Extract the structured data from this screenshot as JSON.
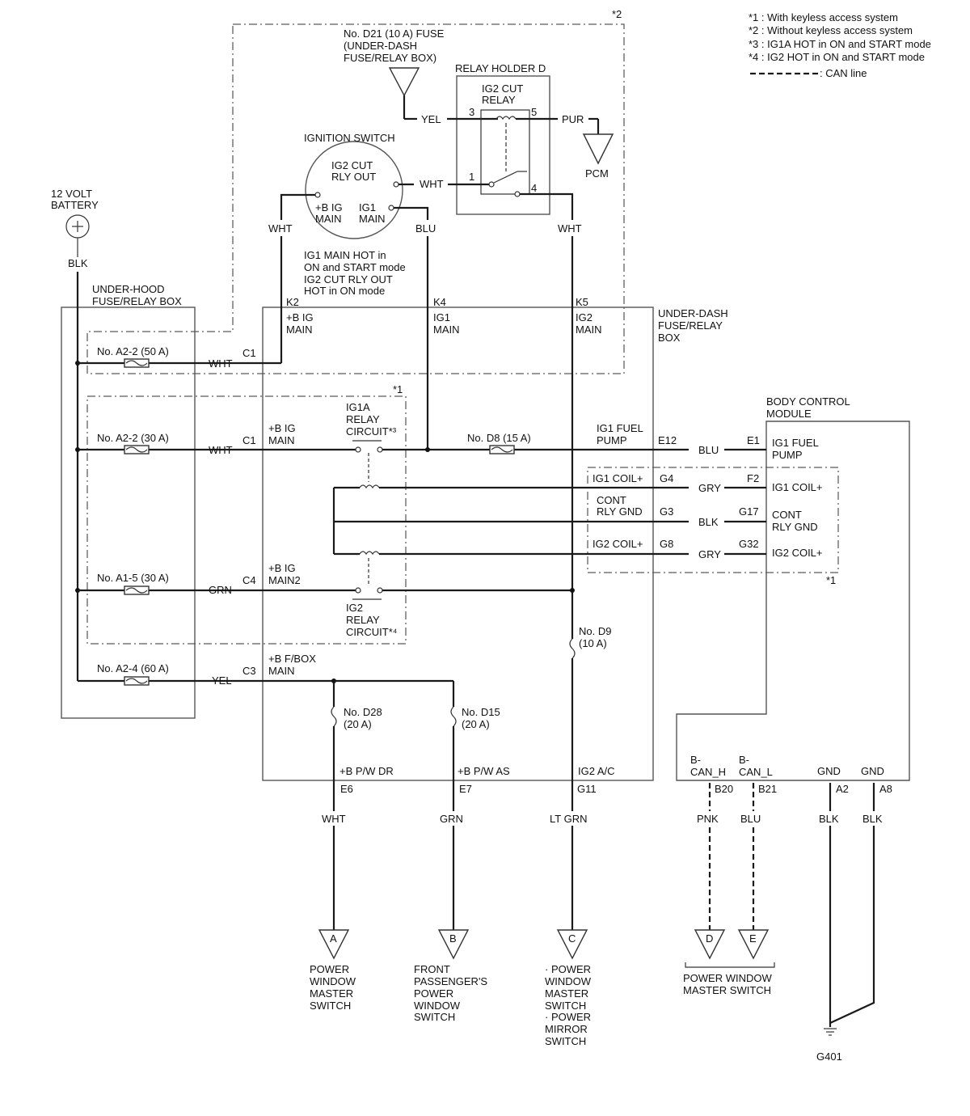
{
  "legend": [
    "*1 : With keyless access system",
    "*2 : Without keyless access system",
    "*3 : IG1A HOT in ON and START mode",
    "*4 : IG2 HOT in ON and START mode",
    ": CAN line"
  ],
  "notes": {
    "n1": "*1",
    "n2": "*2"
  },
  "battery": {
    "line1": "12 VOLT",
    "line2": "BATTERY",
    "wire": "BLK"
  },
  "underhood": {
    "line1": "UNDER-HOOD",
    "line2": "FUSE/RELAY BOX",
    "fuses": [
      "No. A2-2 (50 A)",
      "No. A2-2 (30 A)",
      "No. A1-5 (30 A)",
      "No. A2-4 (60 A)"
    ],
    "wires": [
      "WHT",
      "WHT",
      "GRN",
      "YEL"
    ]
  },
  "d21": {
    "line1": "No. D21 (10 A) FUSE",
    "line2": "(UNDER-DASH",
    "line3": "FUSE/RELAY BOX)"
  },
  "relay_holder": {
    "title": "RELAY HOLDER D",
    "relay1": "IG2 CUT",
    "relay2": "RELAY",
    "pins": [
      "3",
      "5",
      "1",
      "4"
    ],
    "wires": {
      "in": "YEL",
      "out": "PUR",
      "sw": "WHT",
      "out2": "WHT"
    },
    "pcm": "PCM"
  },
  "ignition": {
    "title": "IGNITION SWITCH",
    "t1": "IG2 CUT",
    "t2": "RLY OUT",
    "bl1": "+B IG",
    "bl2": "MAIN",
    "il1": "IG1",
    "il2": "MAIN",
    "wire_left": "WHT",
    "wire_right": "BLU",
    "note": [
      "IG1 MAIN HOT in",
      "ON and START mode",
      "IG2 CUT RLY OUT",
      "HOT in ON mode"
    ]
  },
  "underdash": {
    "line1": "UNDER-DASH",
    "line2": "FUSE/RELAY",
    "line3": "BOX",
    "top_pins": [
      "K2",
      "K4",
      "K5"
    ],
    "k2": [
      "+B IG",
      "MAIN"
    ],
    "k4": [
      "IG1",
      "MAIN"
    ],
    "k5": [
      "IG2",
      "MAIN"
    ],
    "connectors": [
      "C1",
      "C1",
      "C4",
      "C3"
    ],
    "in_labels": {
      "bigmain": [
        "+B IG",
        "MAIN"
      ],
      "main2": [
        "+B IG",
        "MAIN2"
      ],
      "fbox": [
        "+B F/BOX",
        "MAIN"
      ]
    },
    "ig1a": [
      "IG1A",
      "RELAY",
      "CIRCUIT*³"
    ],
    "ig2r": [
      "IG2",
      "RELAY",
      "CIRCUIT*⁴"
    ],
    "d8": "No. D8 (15 A)",
    "d9": [
      "No. D9",
      "(10 A)"
    ],
    "d28": [
      "No. D28",
      "(20 A)"
    ],
    "d15": [
      "No. D15",
      "(20 A)"
    ],
    "out_fuel": [
      "IG1 FUEL",
      "PUMP"
    ],
    "out_coil1": "IG1 COIL+",
    "out_cont": [
      "CONT",
      "RLY GND"
    ],
    "out_coil2": "IG2 COIL+",
    "out_pins": [
      "E12",
      "G4",
      "G3",
      "G8"
    ],
    "bot_labels": [
      "+B P/W DR",
      "+B P/W AS",
      "IG2 A/C"
    ],
    "bot_pins": [
      "E6",
      "E7",
      "G11"
    ]
  },
  "bcm": {
    "line1": "BODY CONTROL",
    "line2": "MODULE",
    "in_pins": [
      "E1",
      "F2",
      "G17",
      "G32"
    ],
    "fuel": [
      "IG1 FUEL",
      "PUMP"
    ],
    "coil1": "IG1 COIL+",
    "cont": [
      "CONT",
      "RLY GND"
    ],
    "coil2": "IG2 COIL+",
    "can_h": [
      "B-",
      "CAN_H"
    ],
    "can_l": [
      "B-",
      "CAN_L"
    ],
    "gnd": [
      "GND",
      "GND"
    ],
    "bot_pins": [
      "B20",
      "B21",
      "A2",
      "A8"
    ]
  },
  "mid_wires": [
    "BLU",
    "GRY",
    "BLK",
    "GRY"
  ],
  "bottom_wires": [
    "WHT",
    "GRN",
    "LT GRN",
    "PNK",
    "BLU",
    "BLK",
    "BLK"
  ],
  "connectors": [
    "A",
    "B",
    "C",
    "D",
    "E"
  ],
  "destinations": {
    "a": [
      "POWER",
      "WINDOW",
      "MASTER",
      "SWITCH"
    ],
    "b": [
      "FRONT",
      "PASSENGER'S",
      "POWER",
      "WINDOW",
      "SWITCH"
    ],
    "c": [
      "· POWER",
      "WINDOW",
      "MASTER",
      "SWITCH",
      "· POWER",
      "MIRROR",
      "SWITCH"
    ],
    "de": [
      "POWER WINDOW",
      "MASTER SWITCH"
    ]
  },
  "ground": "G401"
}
